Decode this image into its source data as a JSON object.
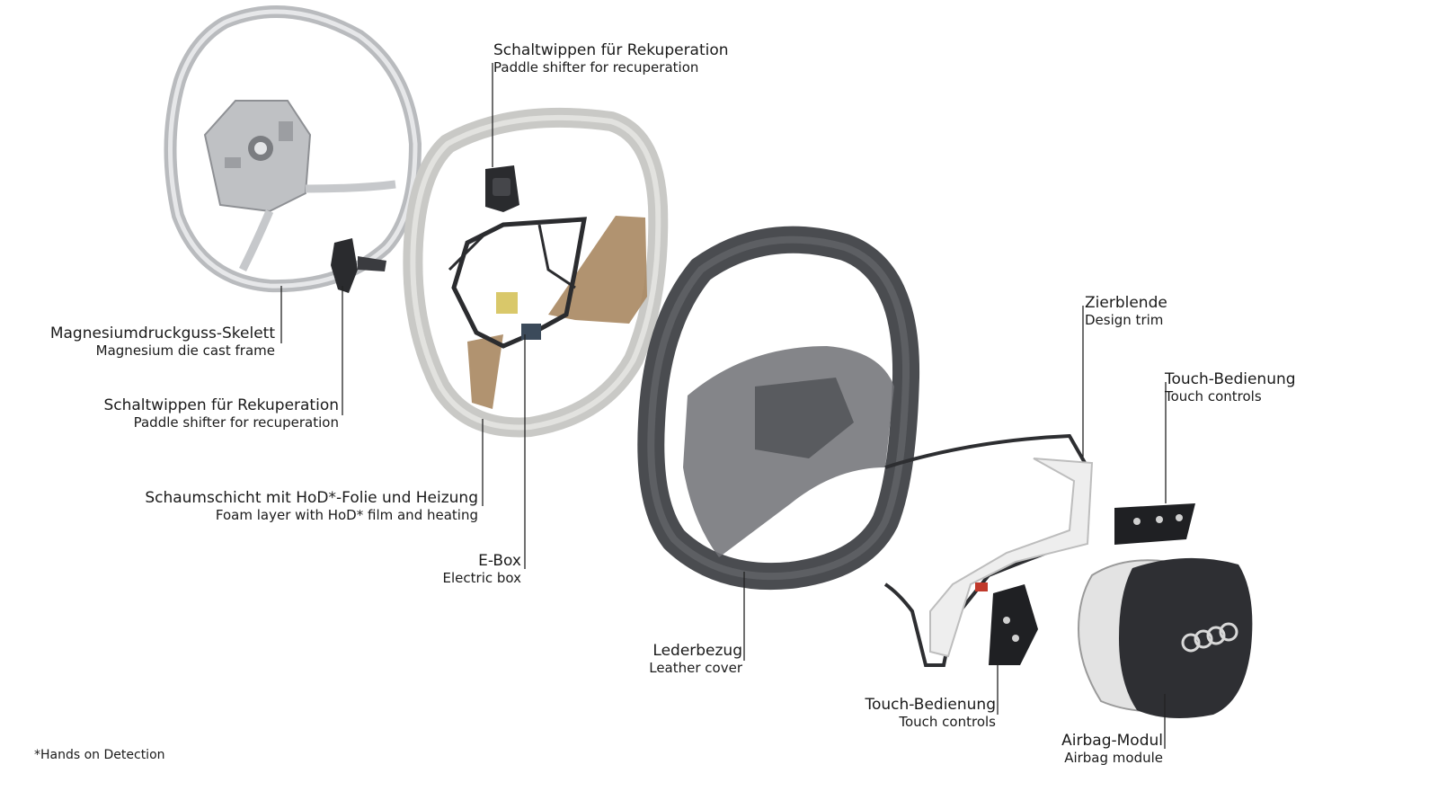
{
  "labels": {
    "frame": {
      "de": "Magnesiumdruckguss-Skelett",
      "en": "Magnesium die cast frame"
    },
    "paddle_top": {
      "de": "Schaltwippen für Rekuperation",
      "en": "Paddle shifter for recuperation"
    },
    "paddle_left": {
      "de": "Schaltwippen für Rekuperation",
      "en": "Paddle shifter for recuperation"
    },
    "foam": {
      "de": "Schaumschicht mit HoD*-Folie und Heizung",
      "en": "Foam layer with HoD* film and heating"
    },
    "ebox": {
      "de": "E-Box",
      "en": "Electric box"
    },
    "leather": {
      "de": "Lederbezug",
      "en": "Leather cover"
    },
    "trim": {
      "de": "Zierblende",
      "en": "Design trim"
    },
    "touch_right": {
      "de": "Touch-Bedienung",
      "en": "Touch controls"
    },
    "touch_bottom": {
      "de": "Touch-Bedienung",
      "en": "Touch controls"
    },
    "airbag": {
      "de": "Airbag-Modul",
      "en": "Airbag module"
    }
  },
  "footnote": "*Hands on Detection",
  "colors": {
    "magnesium": "#c9cbce",
    "foam": "#cfcfcc",
    "tan": "#a88760",
    "leather": "#4a4c50",
    "trim": "#eeeeee",
    "airbag": "#2e2f33",
    "leader": "#222222"
  }
}
